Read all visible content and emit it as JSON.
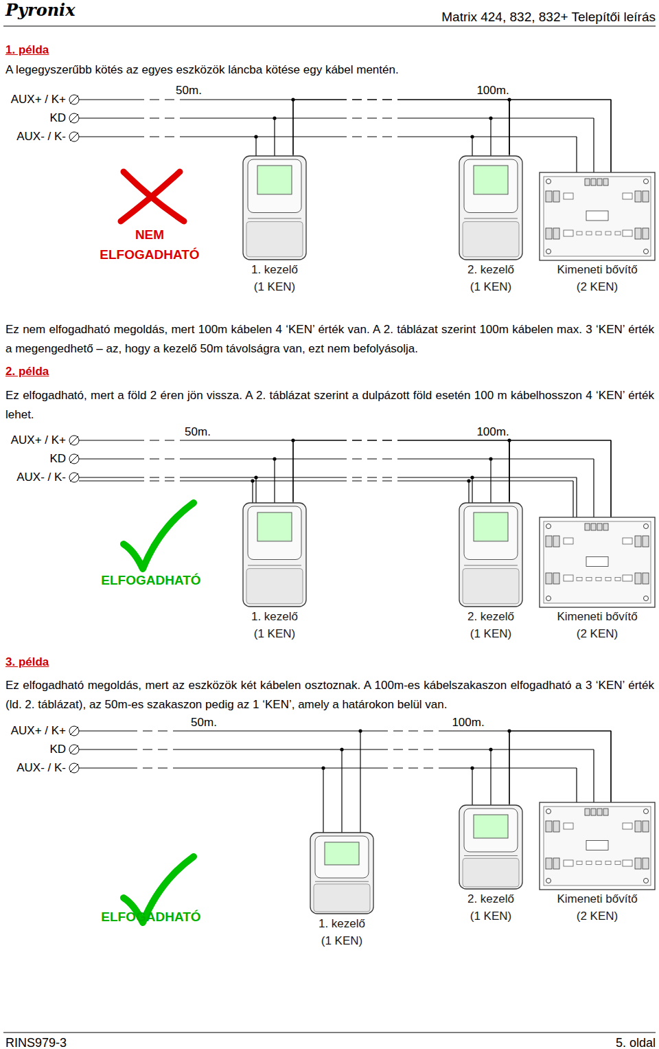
{
  "diagram": {
    "nodes": [
      {
        "text": [
          "1. kezelő",
          "(1 KEN)"
        ]
      },
      {
        "text": [
          "2. kezelő",
          "(1 KEN)"
        ]
      },
      {
        "text": [
          "Kimeneti bővítő",
          "(2 KEN)"
        ]
      },
      {
        "text": [
          "1. kezelő",
          "(1 KEN)"
        ]
      },
      {
        "text": [
          "2. kezelő",
          "(1 KEN)"
        ]
      },
      {
        "text": [
          "Kimeneti bővítő",
          "(2 KEN)"
        ]
      },
      {
        "text": [
          "1. kezelő",
          "(1 KEN)"
        ]
      },
      {
        "text": [
          "2. kezelő",
          "(1 KEN)"
        ]
      },
      {
        "text": [
          "Kimeneti bővítő",
          "(2 KEN)"
        ]
      }
    ],
    "edges": [
      {
        "from": 0,
        "to": 1,
        "arrow": "none"
      },
      {
        "from": 1,
        "to": 2,
        "arrow": "none"
      },
      {
        "from": 3,
        "to": 4,
        "arrow": "none"
      },
      {
        "from": 4,
        "to": 5,
        "arrow": "none"
      },
      {
        "from": 7,
        "to": 8,
        "arrow": "none"
      }
    ],
    "labels": [
      "Pyronix",
      "Matrix 424, 832, 832+ Telepítői leírás",
      "1. példa",
      "A legegyszerűbb kötés az egyes eszközök láncba kötése egy kábel mentén.",
      "AUX+ / K+",
      "KD",
      "AUX- / K-",
      "50m.",
      "100m.",
      "NEM",
      "ELFOGADHATÓ",
      "Ez nem elfogadható megoldás, mert 100m kábelen 4 ‘KEN’ érték van. A 2. táblázat szerint 100m kábelen max. 3 ‘KEN’ érték a megengedhető – az, hogy a kezelő 50m távolságra van, ezt nem befolyásolja.",
      "2. példa",
      "Ez elfogadható, mert a föld 2 éren jön vissza. A 2. táblázat szerint a dulpázott föld esetén 100 m kábelhosszon 4 ‘KEN’ érték lehet.",
      "AUX+ / K+",
      "KD",
      "AUX- / K-",
      "50m.",
      "100m.",
      "ELFOGADHATÓ",
      "3. példa",
      "Ez elfogadható megoldás, mert az eszközök két kábelen osztoznak. A 100m-es kábelszakaszon elfogadható a 3 ‘KEN’ érték (ld. 2. táblázat), az 50m-es szakaszon pedig az 1 ‘KEN’, amely a határokon belül van.",
      "AUX+ / K+",
      "KD",
      "AUX- / K-",
      "50m.",
      "100m.",
      "ELFOGADHATÓ",
      "RINS979-3",
      "5. oldal"
    ]
  }
}
